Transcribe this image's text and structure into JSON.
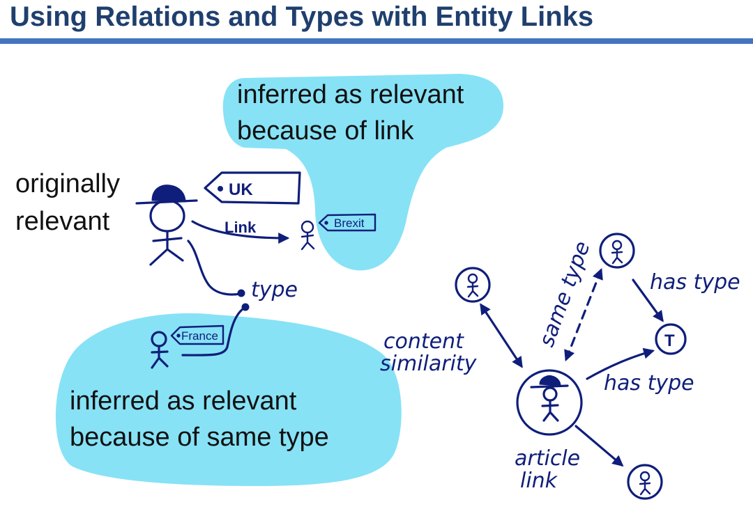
{
  "slide": {
    "title": "Using Relations and Types with Entity Links"
  },
  "diagram": {
    "original": {
      "line1": "originally",
      "line2": "relevant"
    },
    "tag_uk": "UK",
    "link_label": "Link",
    "tag_brexit": "Brexit",
    "type_label": "type",
    "tag_france": "France",
    "link_bubble": {
      "line1": "inferred as relevant",
      "line2": "because of link"
    },
    "type_bubble": {
      "line1": "inferred as relevant",
      "line2": "because of same type"
    },
    "graph": {
      "content_similarity": {
        "line1": "content",
        "line2": "similarity"
      },
      "same_type": "same type",
      "has_type_top": "has type",
      "has_type_bottom": "has type",
      "type_node": "T",
      "article_link": {
        "line1": "article",
        "line2": "link"
      }
    }
  },
  "colors": {
    "title": "#1f3f6e",
    "rule": "#4574bf",
    "bubble": "#87e2f6",
    "ink": "#0f1e7a"
  }
}
